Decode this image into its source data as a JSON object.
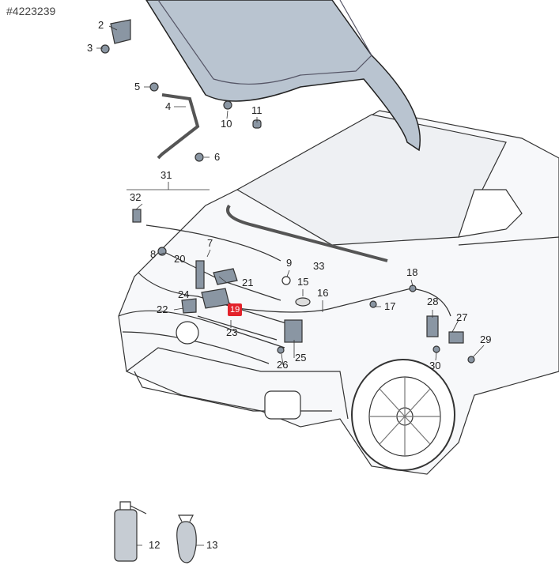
{
  "diagram_id": "#4223239",
  "highlight_color": "#e3222b",
  "callouts": {
    "p2": "2",
    "p3": "3",
    "p4": "4",
    "p5": "5",
    "p6": "6",
    "p7": "7",
    "p8": "8",
    "p9": "9",
    "p10": "10",
    "p11": "11",
    "p12": "12",
    "p13": "13",
    "p15": "15",
    "p16": "16",
    "p17": "17",
    "p18": "18",
    "p19": "19",
    "p20": "20",
    "p21": "21",
    "p22": "22",
    "p23": "23",
    "p24": "24",
    "p25": "25",
    "p26": "26",
    "p27": "27",
    "p28": "28",
    "p29": "29",
    "p30": "30",
    "p31": "31",
    "p32": "32",
    "p33": "33"
  }
}
